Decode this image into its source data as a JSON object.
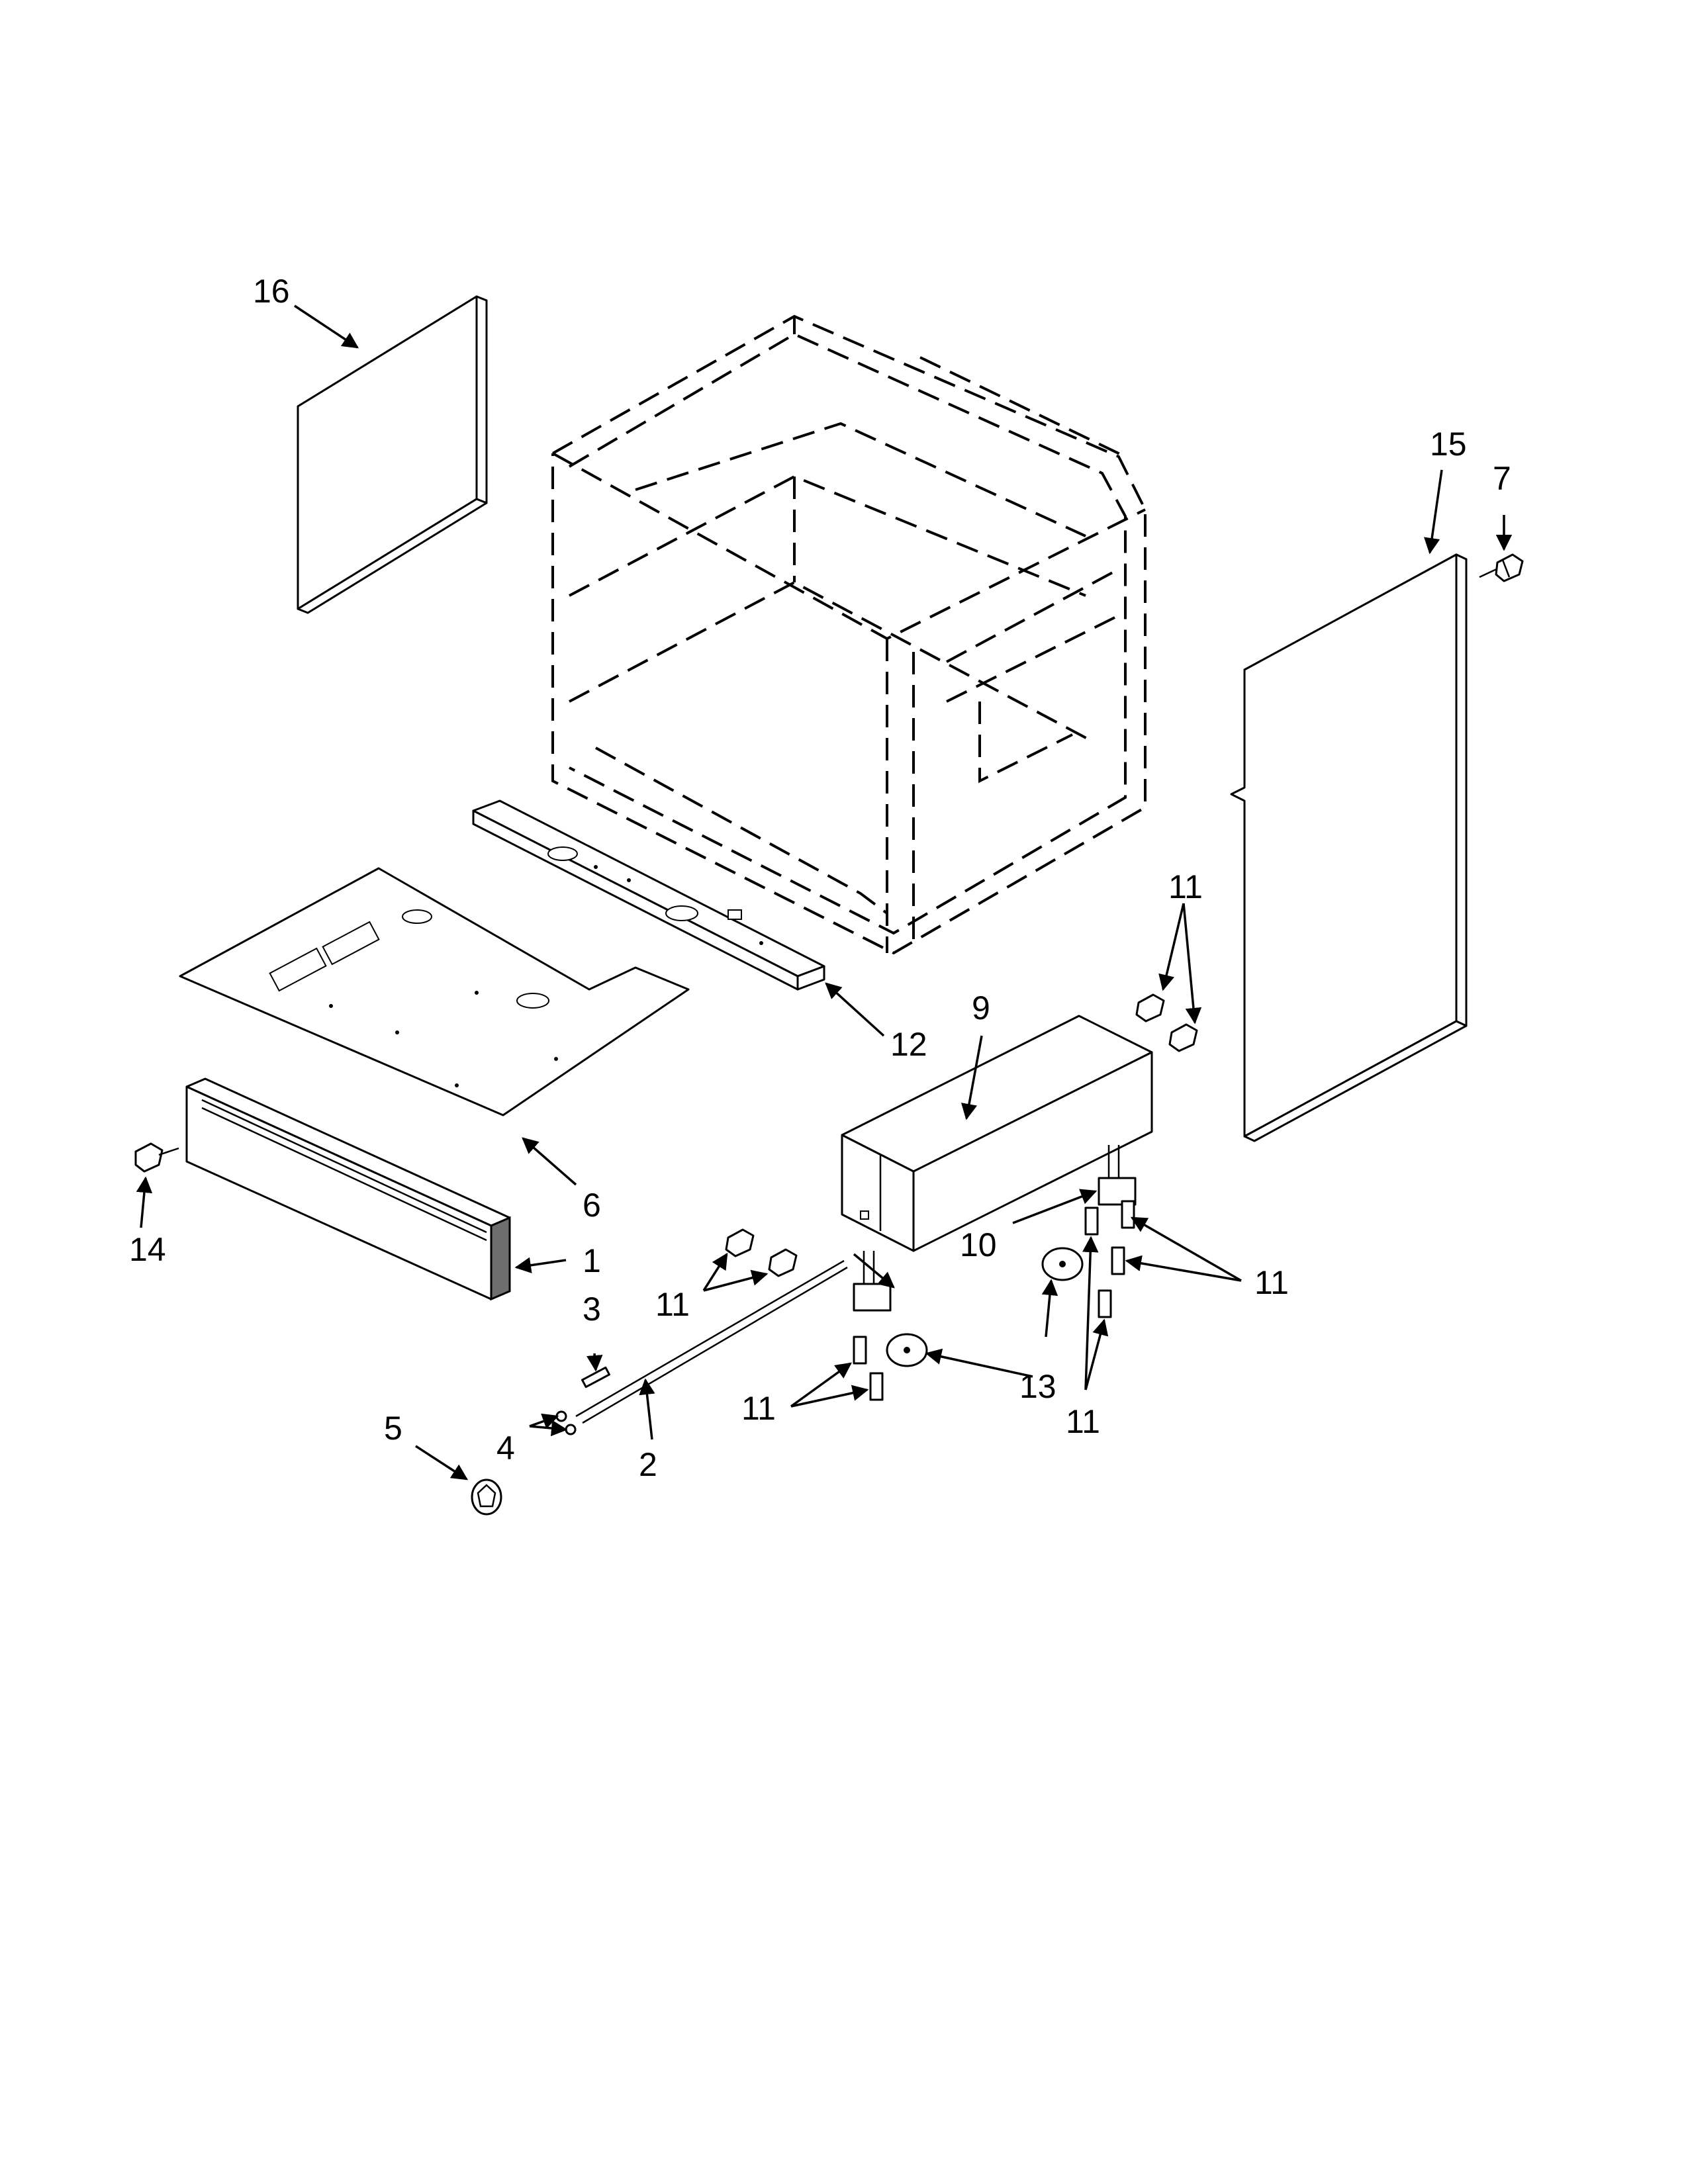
{
  "callouts": {
    "c1": "1",
    "c2": "2",
    "c3": "3",
    "c4": "4",
    "c5": "5",
    "c6": "6",
    "c7": "7",
    "c9": "9",
    "c10": "10",
    "c11a": "11",
    "c11b": "11",
    "c11c": "11",
    "c11d": "11",
    "c11e": "11",
    "c12": "12",
    "c13": "13",
    "c14": "14",
    "c15": "15",
    "c16": "16"
  }
}
